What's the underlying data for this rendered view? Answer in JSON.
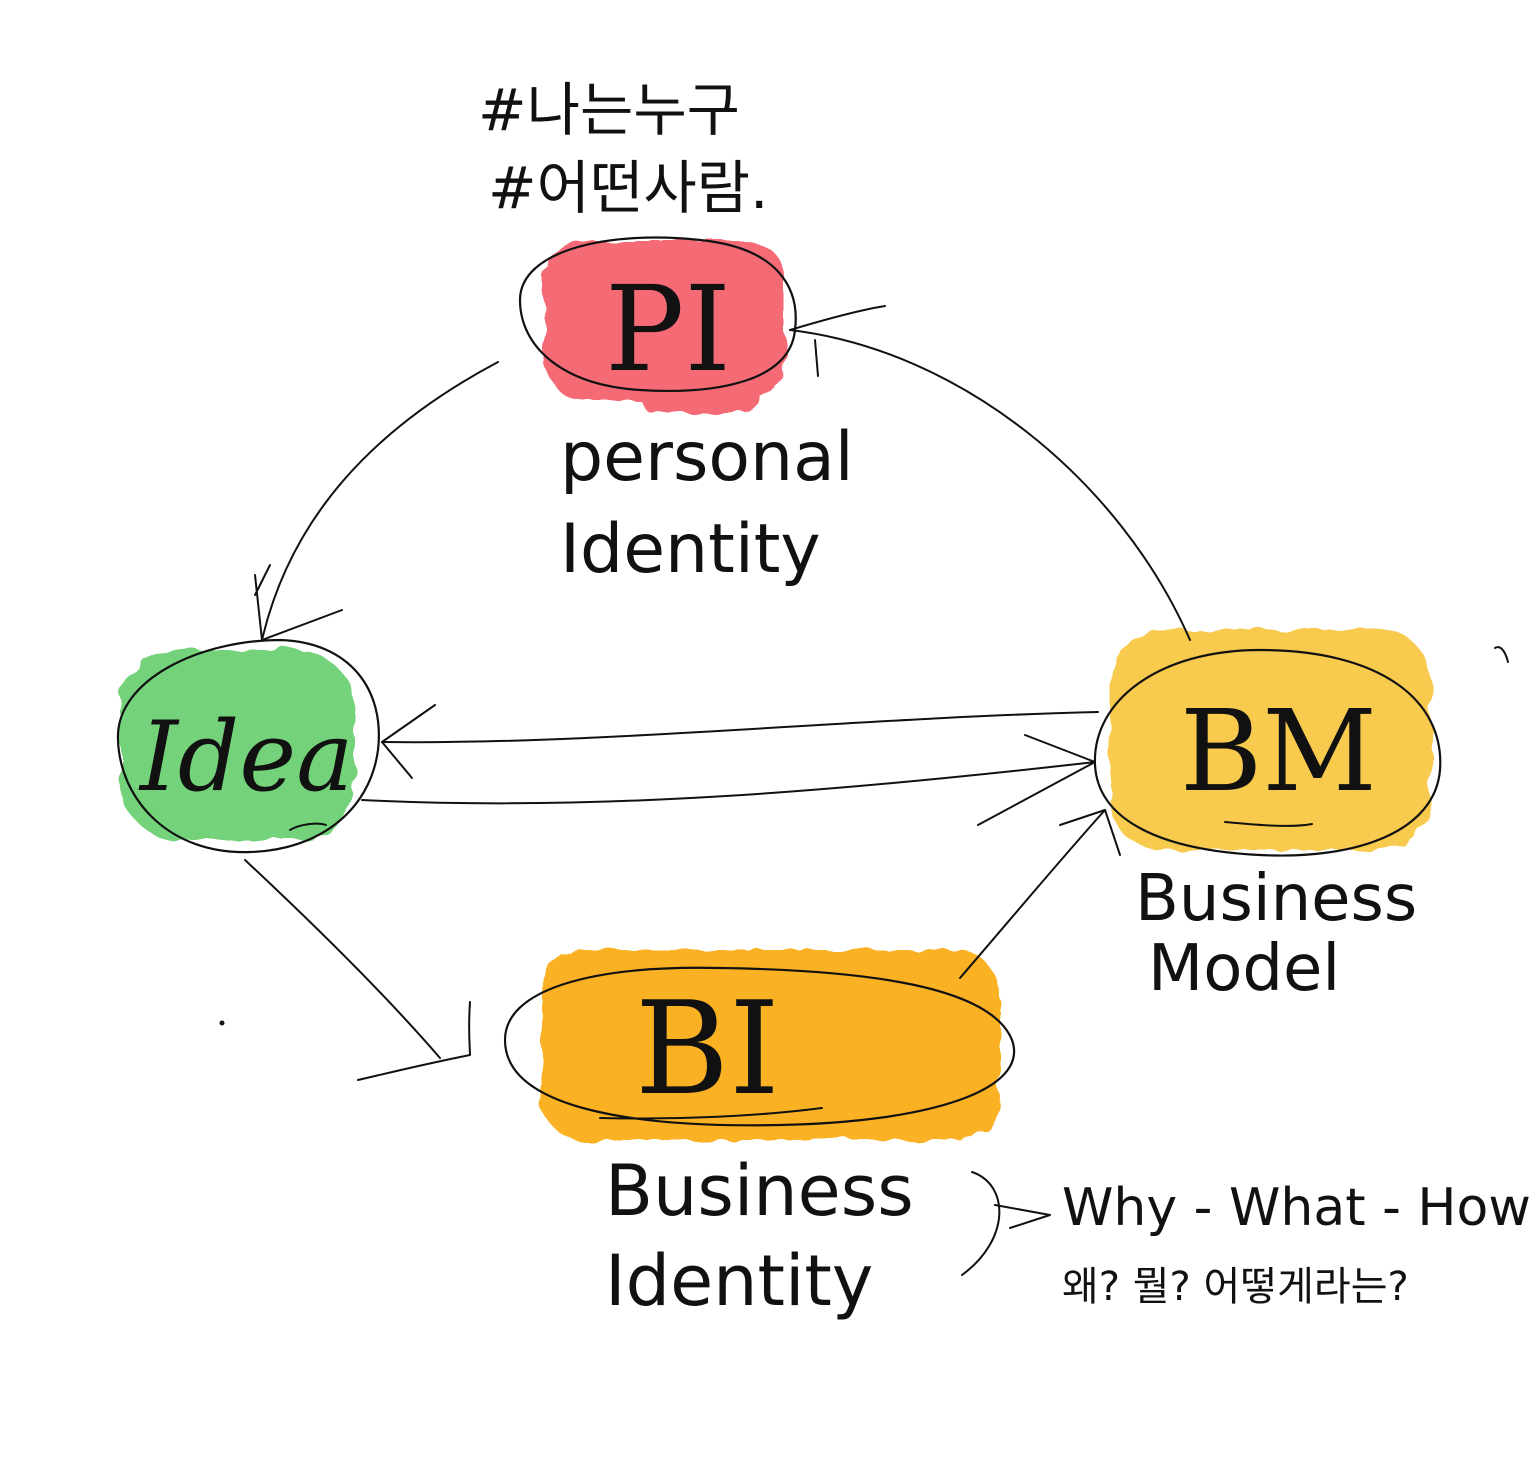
{
  "diagram": {
    "top_note": {
      "line1": "#나는누구",
      "line2": "#어떤사람."
    },
    "nodes": {
      "pi": {
        "title": "PI",
        "label_line1": "personal",
        "label_line2": "Identity",
        "color": "#f24b58"
      },
      "idea": {
        "title": "Idea",
        "color": "#57c95e"
      },
      "bm": {
        "title": "BM",
        "label_line1": "Business",
        "label_line2": "Model",
        "color": "#f7c12f"
      },
      "bi": {
        "title": "BI",
        "label_line1": "Business",
        "label_line2": "Identity",
        "color": "#fba911"
      }
    },
    "annotation": {
      "line1": "Why - What - How",
      "line2": "왜?   뭘?   어떻게라는?"
    }
  }
}
